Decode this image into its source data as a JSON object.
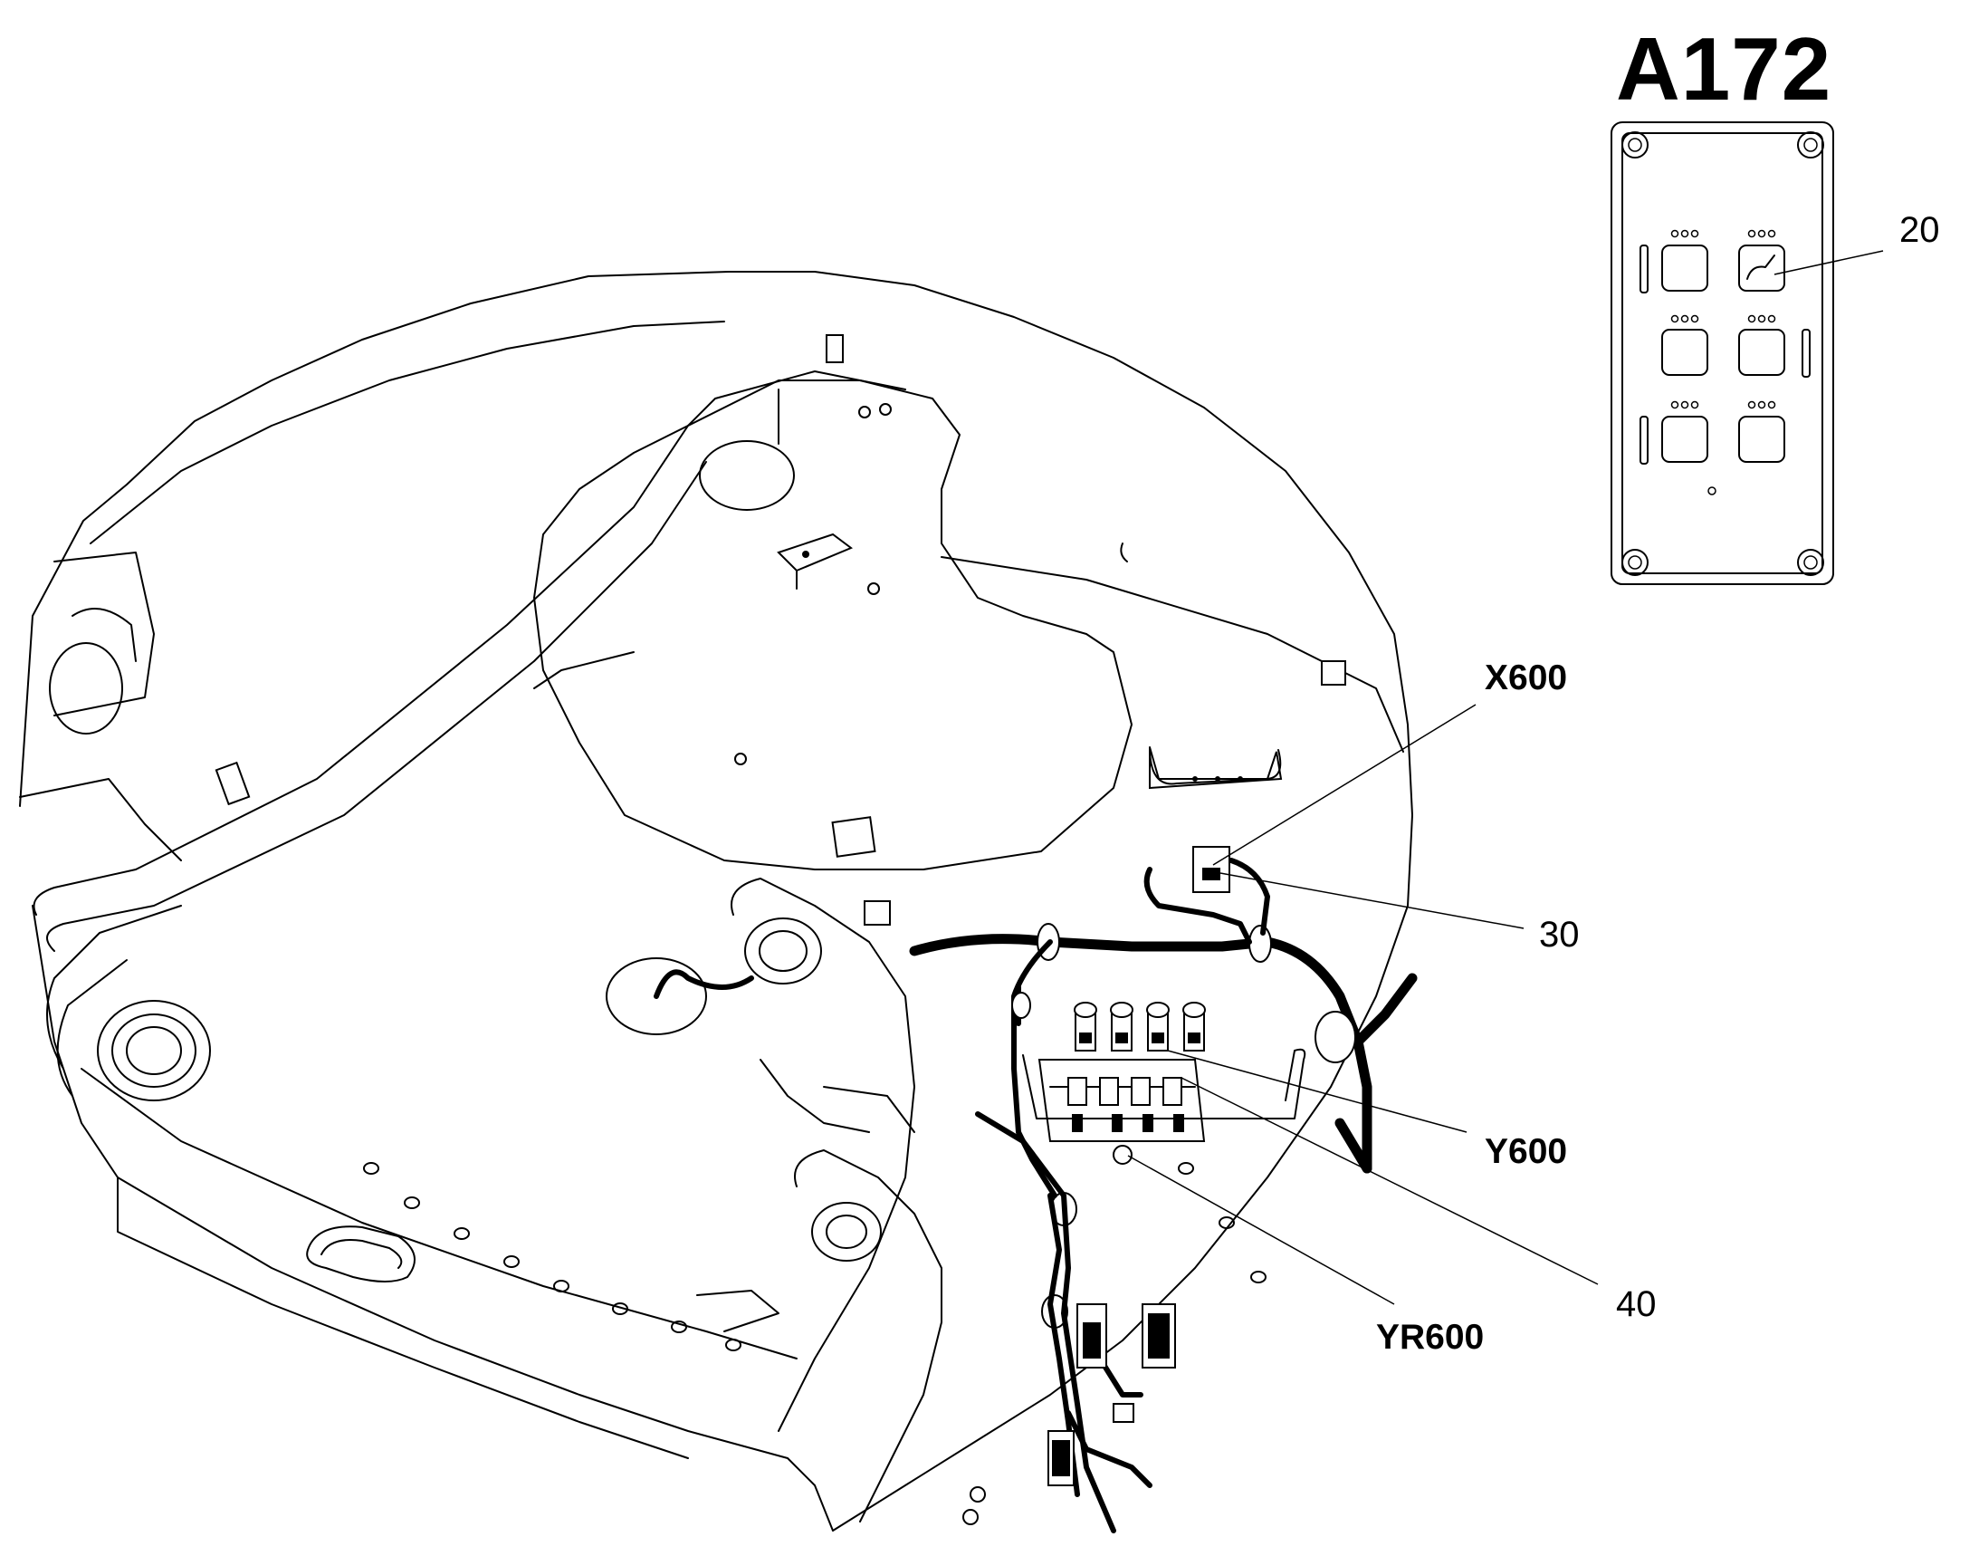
{
  "module": {
    "title": "A172"
  },
  "callouts": {
    "c20": "20",
    "x600": "X600",
    "c30": "30",
    "y600": "Y600",
    "c40": "40",
    "yr600": "YR600"
  }
}
